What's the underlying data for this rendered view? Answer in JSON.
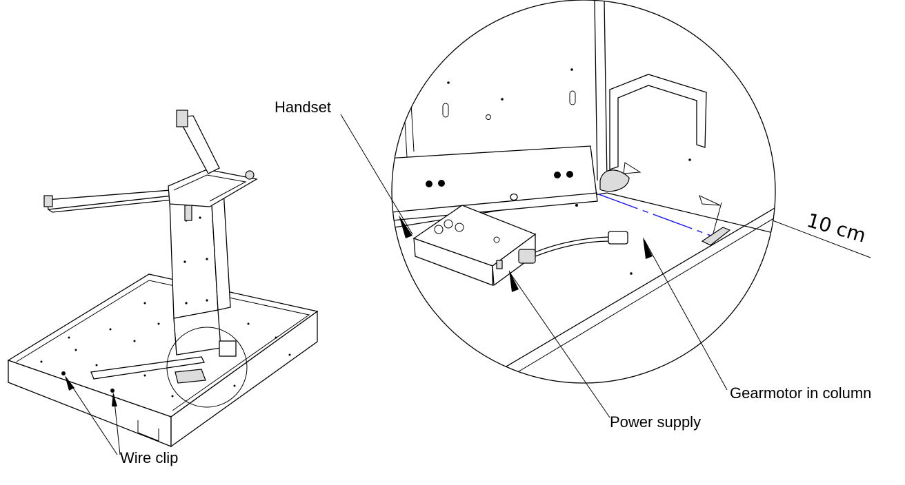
{
  "labels": {
    "handset": "Handset",
    "dimension": "10 cm",
    "gearmotor": "Gearmotor in column",
    "power_supply": "Power supply",
    "wire_clip": "Wire clip"
  },
  "colors": {
    "line": "#000000",
    "dimension_line": "#1a1aff"
  }
}
